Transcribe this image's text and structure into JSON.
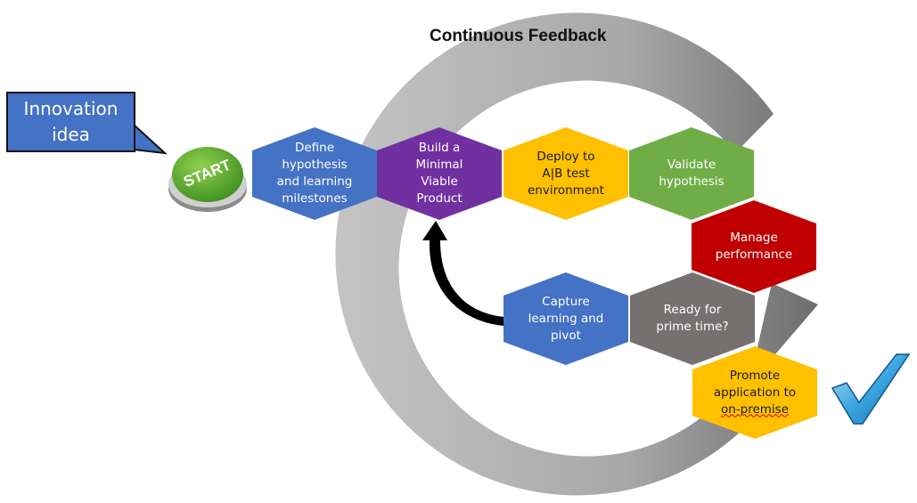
{
  "diagram": {
    "title": "Continuous Feedback",
    "callout": {
      "line1": "Innovation",
      "line2": "idea",
      "color": "#4472c4"
    },
    "start_button": {
      "label": "START",
      "color": "#5aa832"
    },
    "steps": [
      {
        "id": "define",
        "lines": [
          "Define",
          "hypothesis",
          "and learning",
          "milestones"
        ],
        "color": "#4472c4",
        "text_color": "#ffffff"
      },
      {
        "id": "build",
        "lines": [
          "Build a",
          "Minimal",
          "Viable",
          "Product"
        ],
        "color": "#7030a0",
        "text_color": "#ffffff"
      },
      {
        "id": "deploy",
        "lines": [
          "Deploy to",
          "A|B test",
          "environment"
        ],
        "color": "#ffc000",
        "text_color": "#1a1a1a"
      },
      {
        "id": "validate",
        "lines": [
          "Validate",
          "hypothesis"
        ],
        "color": "#70ad47",
        "text_color": "#ffffff"
      },
      {
        "id": "manage",
        "lines": [
          "Manage",
          "performance"
        ],
        "color": "#c00000",
        "text_color": "#ffffff"
      },
      {
        "id": "ready",
        "lines": [
          "Ready for",
          "prime time?"
        ],
        "color": "#767171",
        "text_color": "#ffffff"
      },
      {
        "id": "capture",
        "lines": [
          "Capture",
          "learning and",
          "pivot"
        ],
        "color": "#4472c4",
        "text_color": "#ffffff"
      },
      {
        "id": "promote",
        "lines": [
          "Promote",
          "application to",
          "on-premise"
        ],
        "color": "#ffc000",
        "text_color": "#1a1a1a"
      }
    ],
    "checkmark": {
      "color": "#2e9ad8"
    }
  }
}
